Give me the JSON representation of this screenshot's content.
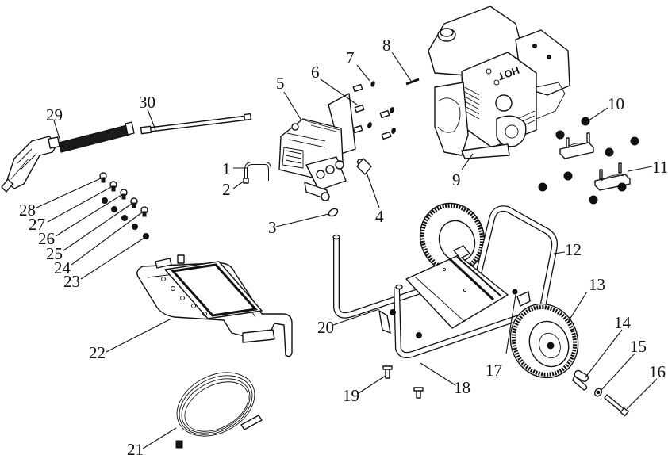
{
  "diagram": {
    "type": "exploded-parts-view",
    "engine_marking": "HOT",
    "callouts": {
      "p1": "1",
      "p2": "2",
      "p3": "3",
      "p4": "4",
      "p5": "5",
      "p6": "6",
      "p7": "7",
      "p8": "8",
      "p9": "9",
      "p10": "10",
      "p11": "11",
      "p12": "12",
      "p13": "13",
      "p14": "14",
      "p15": "15",
      "p16": "16",
      "p17": "17",
      "p18": "18",
      "p19": "19",
      "p20": "20",
      "p21": "21",
      "p22": "22",
      "p23": "23",
      "p24": "24",
      "p25": "25",
      "p26": "26",
      "p27": "27",
      "p28": "28",
      "p29": "29",
      "p30": "30"
    }
  }
}
